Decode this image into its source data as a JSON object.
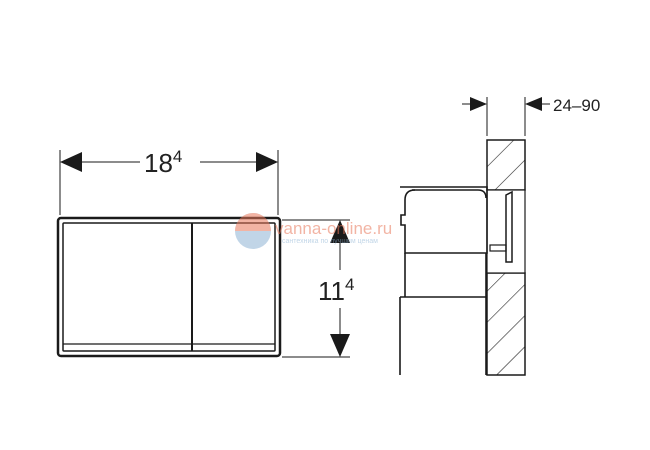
{
  "dimensions": {
    "width": {
      "base": "18",
      "sup": "4"
    },
    "height": {
      "base": "11",
      "sup": "4"
    },
    "wall_depth": "24–90"
  },
  "watermark": {
    "site": "vanna-online.ru",
    "tagline": "сантехника по лучшим ценам"
  },
  "colors": {
    "line": "#1a1a1a",
    "watermark": "#e8785a",
    "watermark_blue": "#8fb4d4"
  }
}
